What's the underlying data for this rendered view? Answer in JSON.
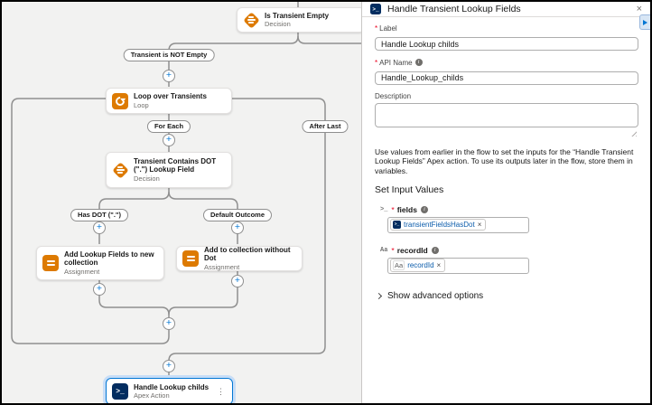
{
  "colors": {
    "orange": "#DD7A01",
    "navy": "#032D60",
    "blue": "#0176D3",
    "link_blue": "#0B5CAB"
  },
  "canvas": {
    "nodes": [
      {
        "title": "Is Transient Empty",
        "subtitle": "Decision"
      },
      {
        "title": "Loop over Transients",
        "subtitle": "Loop"
      },
      {
        "title": "Transient Contains DOT (\".\") Lookup Field",
        "subtitle": "Decision"
      },
      {
        "title": "Add Lookup Fields to new collection",
        "subtitle": "Assignment"
      },
      {
        "title": "Add to collection without Dot",
        "subtitle": "Assignment"
      },
      {
        "title": "Handle Lookup childs",
        "subtitle": "Apex Action",
        "menu_icon": "⋮"
      }
    ],
    "branch_labels": {
      "not_empty": "Transient is NOT Empty",
      "for_each": "For Each",
      "after_last": "After Last",
      "has_dot": "Has DOT (\".\")",
      "default_outcome": "Default Outcome"
    },
    "add_symbol": "+"
  },
  "panel": {
    "title": "Handle Transient Lookup Fields",
    "close_symbol": "×",
    "label_field": {
      "label": "Label",
      "required": "*",
      "value": "Handle Lookup childs"
    },
    "api_field": {
      "label": "API Name",
      "required": "*",
      "value": "Handle_Lookup_childs"
    },
    "description_field": {
      "label": "Description",
      "value": ""
    },
    "help_text": "Use values from earlier in the flow to set the inputs for the “Handle Transient Lookup Fields” Apex action. To use its outputs later in the flow, store them in variables.",
    "section_title": "Set Input Values",
    "inputs": [
      {
        "name": "fields",
        "required": "*",
        "type_glyph": ">_",
        "pill": {
          "label": "transientFieldsHasDot",
          "glyph": ">_",
          "remove": "×"
        }
      },
      {
        "name": "recordId",
        "required": "*",
        "type_glyph": "Aa",
        "pill": {
          "label": "recordId",
          "glyph": "Aa",
          "remove": "×"
        }
      }
    ],
    "advanced_toggle": "Show advanced options"
  }
}
